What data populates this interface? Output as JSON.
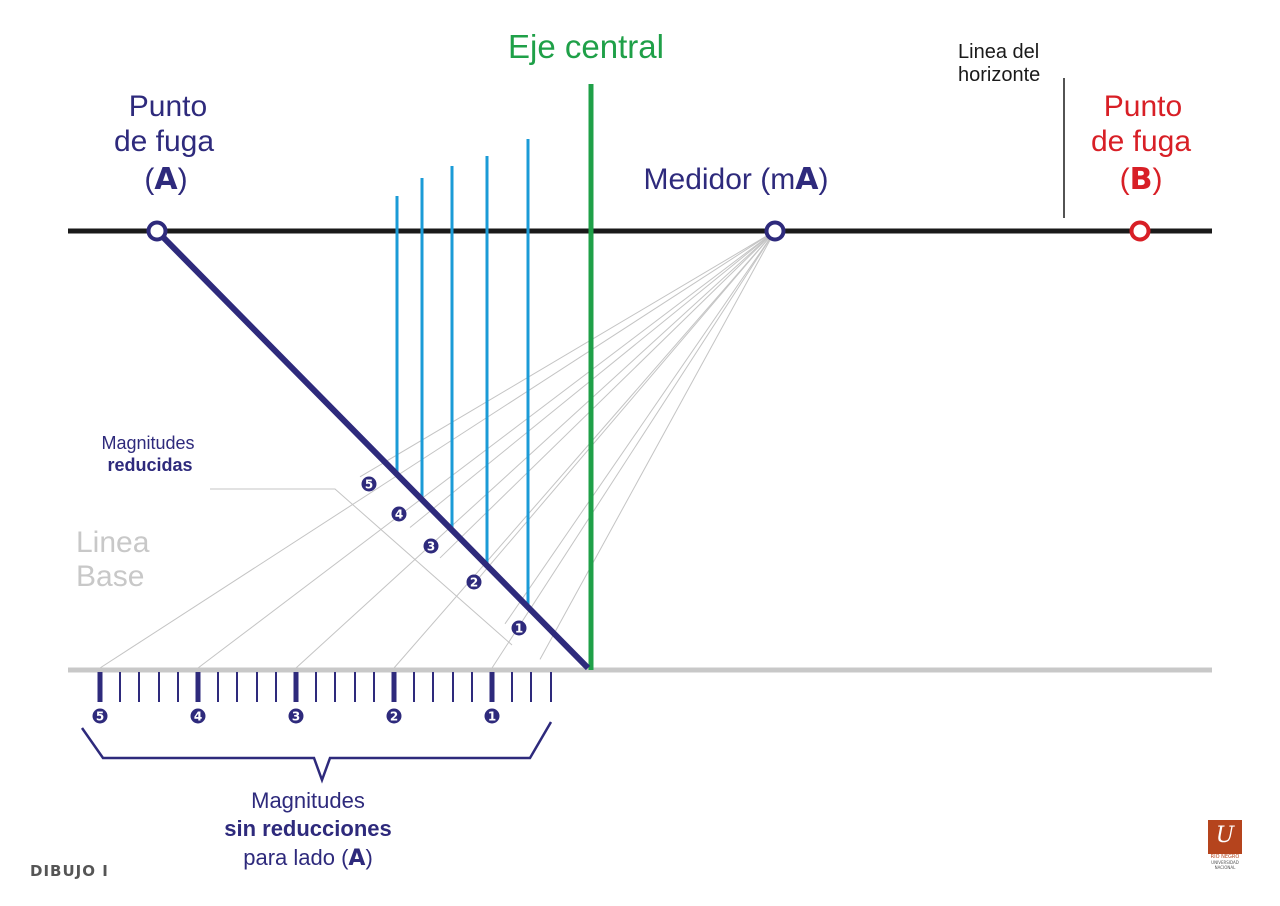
{
  "labels": {
    "eje_central": "Eje central",
    "horizonte_1": "Linea del",
    "horizonte_2": "horizonte",
    "fuga_a_1": "Punto",
    "fuga_a_2": "de fuga",
    "fuga_a_open": "(",
    "fuga_a_letter": "A",
    "fuga_a_close": ")",
    "fuga_b_1": "Punto",
    "fuga_b_2": "de fuga",
    "fuga_b_open": "(",
    "fuga_b_letter": "B",
    "fuga_b_close": ")",
    "medidor": "Medidor (m",
    "medidor_letter": "A",
    "medidor_close": ")",
    "mag_red_1": "Magnitudes",
    "mag_red_2": "reducidas",
    "linea_base_1": "Linea",
    "linea_base_2": "Base",
    "mag_sin_1": "Magnitudes",
    "mag_sin_2": "sin reducciones",
    "mag_sin_3": "para lado",
    "mag_sin_open": "(",
    "mag_sin_letter": "A",
    "mag_sin_close": ")"
  },
  "markers": [
    "1",
    "2",
    "3",
    "4",
    "5"
  ],
  "footer": "DIBUJO I",
  "logo": {
    "mark": "U",
    "line1": "RÍO NEGRO",
    "line2": "UNIVERSIDAD",
    "line3": "NACIONAL"
  },
  "colors": {
    "navy": "#2e2a7c",
    "green": "#1fa048",
    "red": "#d81f26",
    "blue": "#1b9bd7",
    "black": "#1a1a1a",
    "base_gray": "#c8c8c8",
    "construction_gray": "#c4c4c4"
  }
}
